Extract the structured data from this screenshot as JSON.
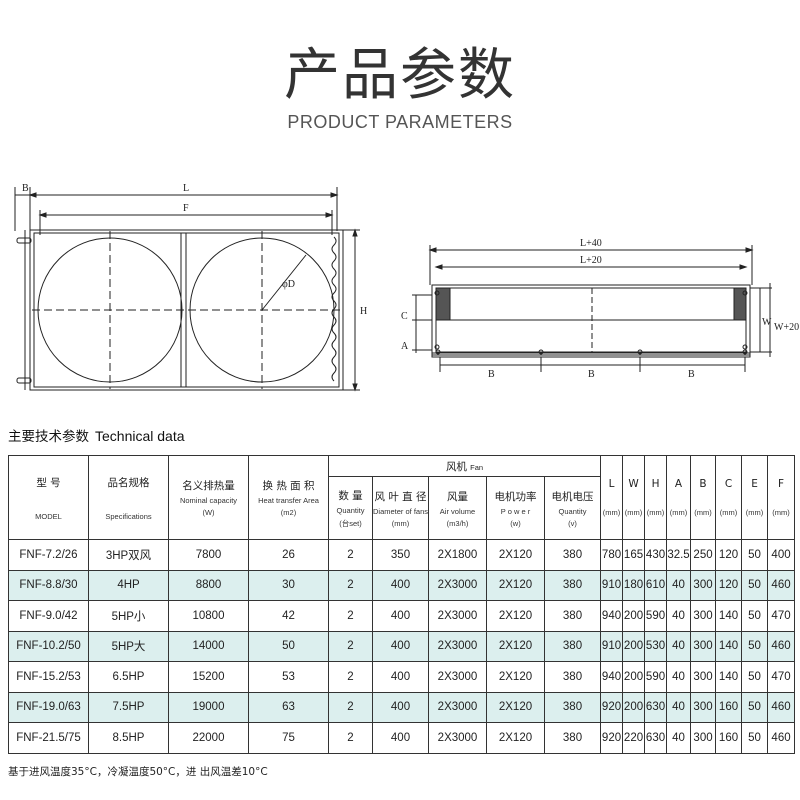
{
  "header": {
    "title_zh": "产品参数",
    "title_en": "PRODUCT PARAMETERS"
  },
  "diagram": {
    "front_labels": {
      "B": "B",
      "L": "L",
      "F": "F",
      "D": "φD",
      "H": "H"
    },
    "side_labels": {
      "L40": "L+40",
      "L20": "L+20",
      "C": "C",
      "A": "A",
      "W": "W",
      "W20": "W+20",
      "B": "B"
    }
  },
  "section": {
    "title_zh": "主要技术参数",
    "title_en": "Technical data"
  },
  "table": {
    "fan_group": {
      "zh": "风机",
      "en": "Fan"
    },
    "headers": [
      {
        "zh": "型 号",
        "en": "MODEL",
        "unit": ""
      },
      {
        "zh": "品名规格",
        "en": "Specifications",
        "unit": ""
      },
      {
        "zh": "名义排热量",
        "en": "Nominal capacity",
        "unit": "(W)"
      },
      {
        "zh": "换 热 面 积",
        "en": "Heat transfer Area",
        "unit": "(m2)"
      },
      {
        "zh": "数 量",
        "en": "Quantity",
        "unit": "(台set)"
      },
      {
        "zh": "风 叶 直 径",
        "en": "Diameter of fans",
        "unit": "(mm)"
      },
      {
        "zh": "风量",
        "en": "Air volume",
        "unit": "(m3/h)"
      },
      {
        "zh": "电机功率",
        "en": "P o w e r",
        "unit": "(w)"
      },
      {
        "zh": "电机电压",
        "en": "Quantity",
        "unit": "(v)"
      },
      {
        "zh": "L",
        "en": "",
        "unit": "(mm)"
      },
      {
        "zh": "W",
        "en": "",
        "unit": "(mm)"
      },
      {
        "zh": "H",
        "en": "",
        "unit": "(mm)"
      },
      {
        "zh": "A",
        "en": "",
        "unit": "(mm)"
      },
      {
        "zh": "B",
        "en": "",
        "unit": "(mm)"
      },
      {
        "zh": "C",
        "en": "",
        "unit": "(mm)"
      },
      {
        "zh": "E",
        "en": "",
        "unit": "(mm)"
      },
      {
        "zh": "F",
        "en": "",
        "unit": "(mm)"
      }
    ],
    "rows": [
      [
        "FNF-7.2/26",
        "3HP双风",
        "7800",
        "26",
        "2",
        "350",
        "2X1800",
        "2X120",
        "380",
        "780",
        "165",
        "430",
        "32.5",
        "250",
        "120",
        "50",
        "400"
      ],
      [
        "FNF-8.8/30",
        "4HP",
        "8800",
        "30",
        "2",
        "400",
        "2X3000",
        "2X120",
        "380",
        "910",
        "180",
        "610",
        "40",
        "300",
        "120",
        "50",
        "460"
      ],
      [
        "FNF-9.0/42",
        "5HP小",
        "10800",
        "42",
        "2",
        "400",
        "2X3000",
        "2X120",
        "380",
        "940",
        "200",
        "590",
        "40",
        "300",
        "140",
        "50",
        "470"
      ],
      [
        "FNF-10.2/50",
        "5HP大",
        "14000",
        "50",
        "2",
        "400",
        "2X3000",
        "2X120",
        "380",
        "910",
        "200",
        "530",
        "40",
        "300",
        "140",
        "50",
        "460"
      ],
      [
        "FNF-15.2/53",
        "6.5HP",
        "15200",
        "53",
        "2",
        "400",
        "2X3000",
        "2X120",
        "380",
        "940",
        "200",
        "590",
        "40",
        "300",
        "140",
        "50",
        "470"
      ],
      [
        "FNF-19.0/63",
        "7.5HP",
        "19000",
        "63",
        "2",
        "400",
        "2X3000",
        "2X120",
        "380",
        "920",
        "200",
        "630",
        "40",
        "300",
        "160",
        "50",
        "460"
      ],
      [
        "FNF-21.5/75",
        "8.5HP",
        "22000",
        "75",
        "2",
        "400",
        "2X3000",
        "2X120",
        "380",
        "920",
        "220",
        "630",
        "40",
        "300",
        "160",
        "50",
        "460"
      ]
    ]
  },
  "footnote": "基于进风温度35°C，冷凝温度50°C，进 出风温差10°C",
  "colors": {
    "alt_row": "#dcefee",
    "border": "#333333",
    "text": "#222222"
  }
}
